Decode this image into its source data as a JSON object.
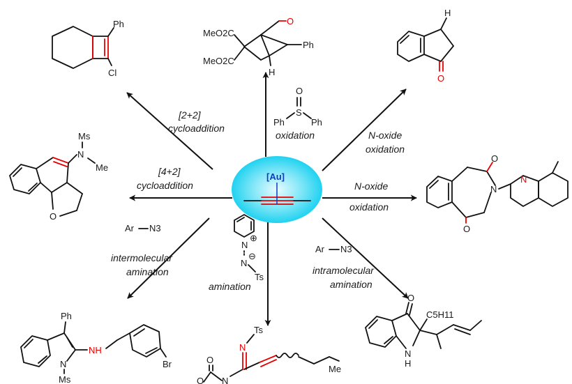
{
  "center": {
    "catalyst": "[Au]"
  },
  "reactions": {
    "cyclo22": {
      "line1": "[2+2]",
      "line2": "cycloaddition"
    },
    "cyclo42": {
      "line1": "[4+2]",
      "line2": "cycloaddition"
    },
    "sulfoxide": {
      "s": "S",
      "o": "O",
      "ph1": "Ph",
      "ph2": "Ph",
      "label": "oxidation"
    },
    "noxide_top": {
      "line1": "N-oxide",
      "line2": "oxidation"
    },
    "noxide_right": {
      "line1": "N-oxide",
      "line2": "oxidation"
    },
    "inter_amination": {
      "ar": "Ar",
      "n3": "N3",
      "line1": "intermolecular",
      "line2": "amination"
    },
    "pyridinium_ylide": {
      "n_plus": "N",
      "plus": "⊕",
      "n_minus": "N",
      "minus": "⊖",
      "ts": "Ts",
      "label": "amination"
    },
    "intra_amination": {
      "ar": "Ar",
      "n3": "N3",
      "line1": "intramolecular",
      "line2": "amination"
    }
  },
  "products": {
    "cyclobutene": {
      "ph": "Ph",
      "cl": "Cl"
    },
    "bicyclohexane": {
      "ester1": "MeO2C",
      "ester2": "MeO2C",
      "ph": "Ph",
      "h": "H",
      "o": "O"
    },
    "indanone": {
      "h": "H",
      "o": "O"
    },
    "benzazepinedione": {
      "o1": "O",
      "o2": "O",
      "n_ring": "N",
      "n_py": "N"
    },
    "dihydronaphthalene": {
      "ms": "Ms",
      "n": "N",
      "me": "Me",
      "o": "O"
    },
    "aminoindole": {
      "ph": "Ph",
      "nh": "NH",
      "br": "Br",
      "n": "N",
      "ms": "Ms"
    },
    "oxazolidinone_imine": {
      "ts": "Ts",
      "n_imine": "N",
      "o_carbonyl": "O",
      "o_ring": "O",
      "n_ring": "N",
      "me": "Me"
    },
    "indolinone": {
      "o": "O",
      "c5h11": "C5H11",
      "n": "N",
      "h": "H"
    }
  },
  "colors": {
    "highlight": "#e60000",
    "gold": "#0a3cc8",
    "center_fill": "#33d9f2"
  }
}
